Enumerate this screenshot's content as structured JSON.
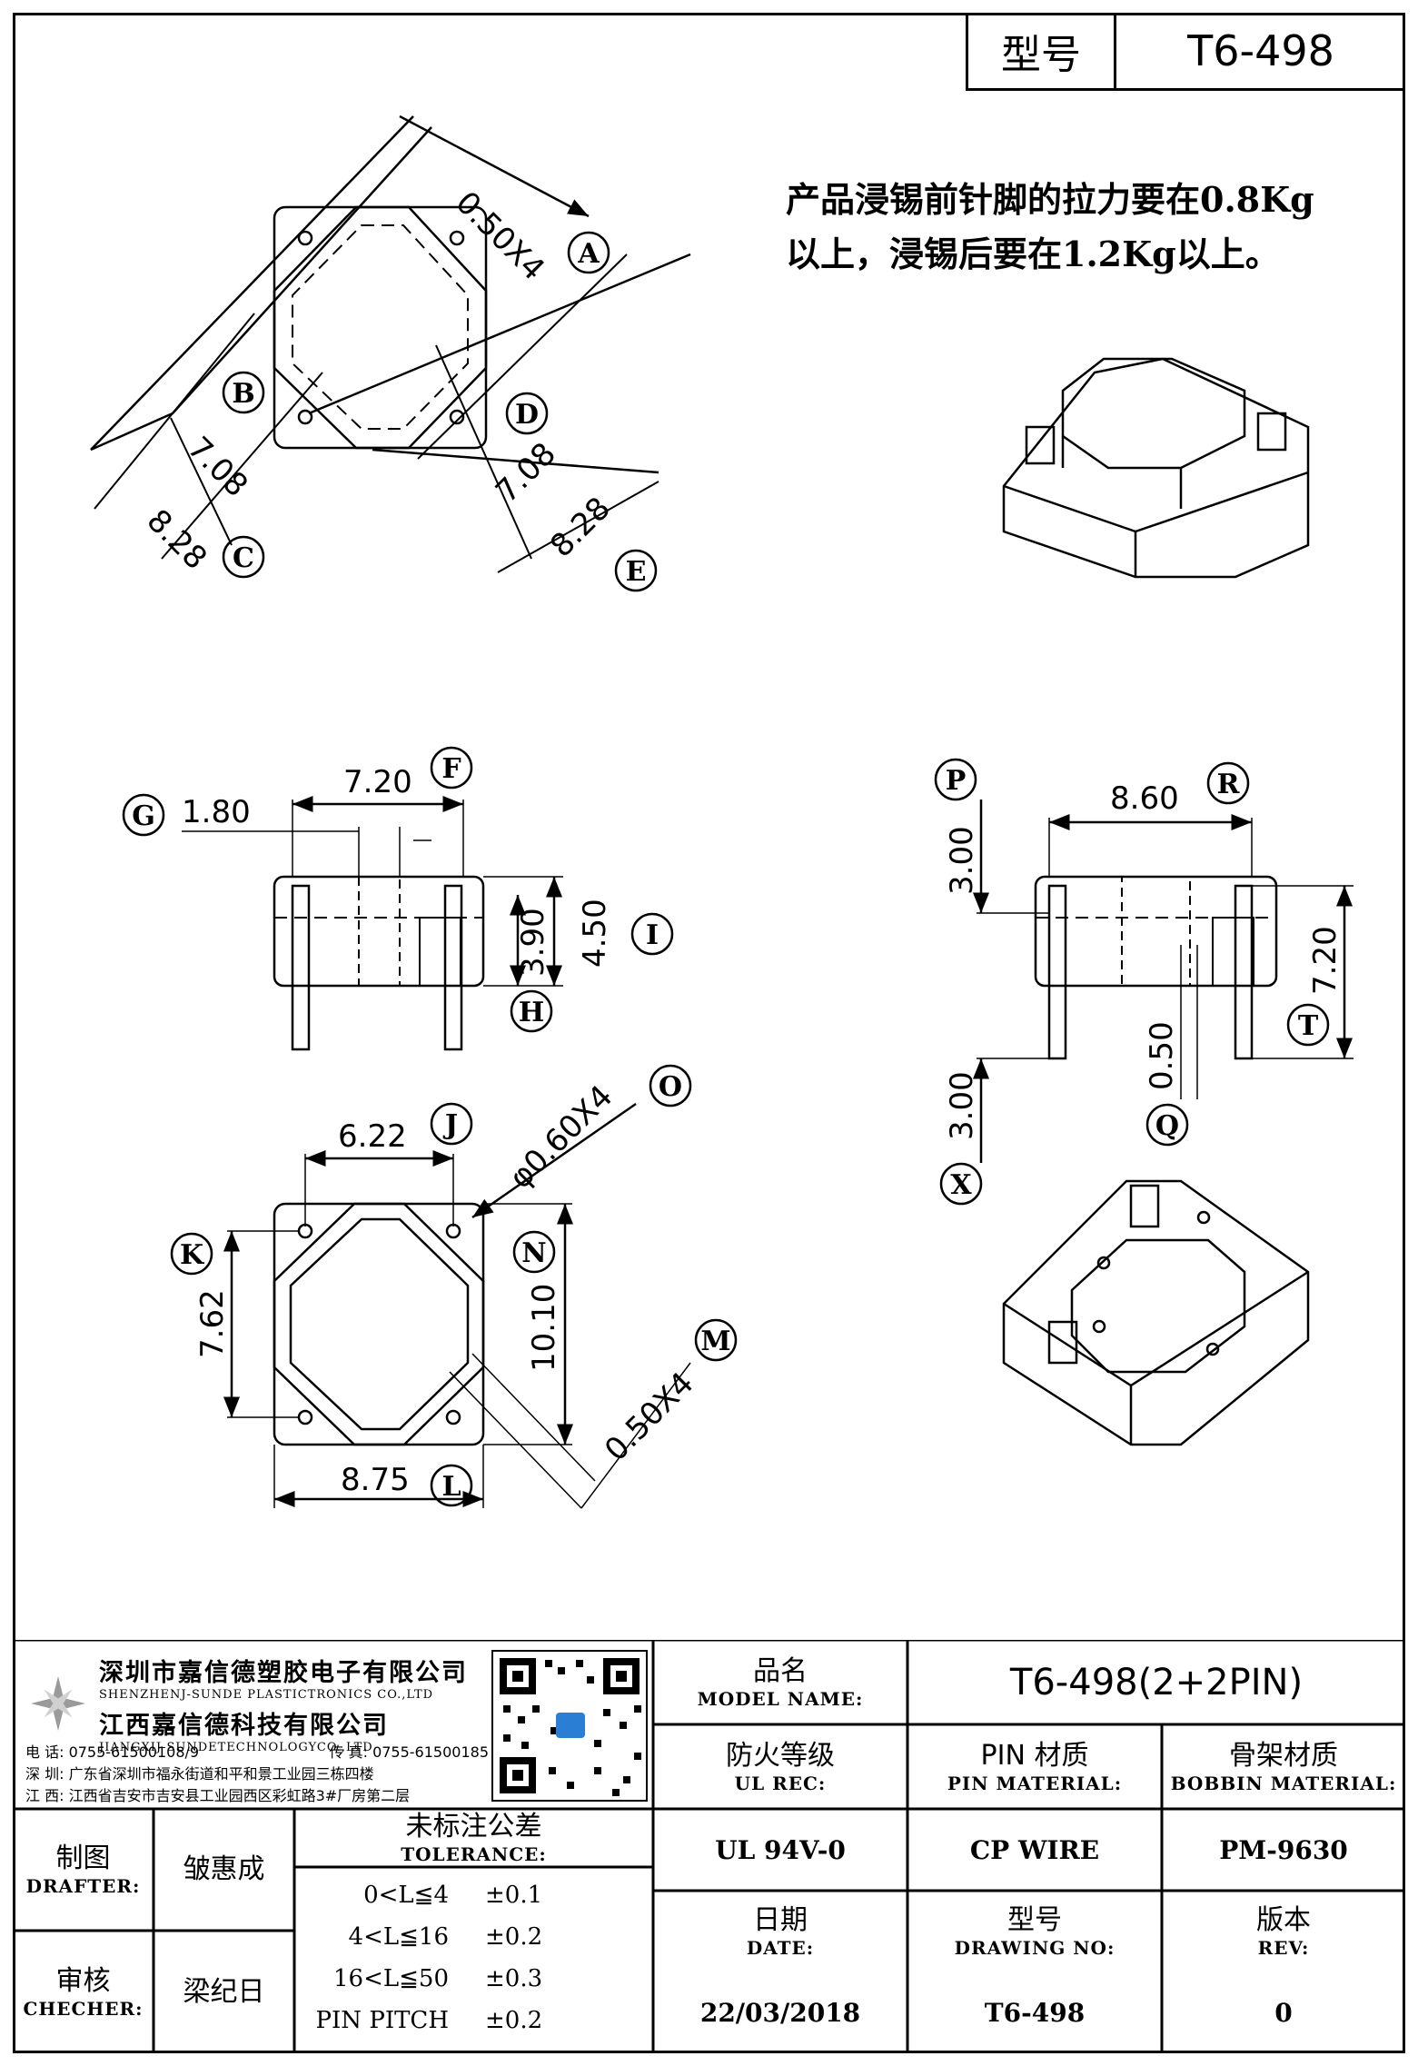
{
  "header": {
    "model_label": "型号",
    "model_value": "T6-498"
  },
  "note": {
    "line1": "产品浸锡前针脚的拉力要在0.8Kg",
    "line2": "以上，浸锡后要在1.2Kg以上。"
  },
  "dimensions": {
    "A": "0.50X4",
    "B7": "7.08",
    "C": "8.28",
    "D": "7.08",
    "E": "8.28",
    "F": "7.20",
    "G": "1.80",
    "H": "3.90",
    "I": "4.50",
    "P": "3.00",
    "R": "8.60",
    "T": "7.20",
    "Q": "0.50",
    "X": "3.00",
    "J": "6.22",
    "O": "φ0.60X4",
    "K": "7.62",
    "N": "10.10",
    "M": "0.50X4",
    "L": "8.75"
  },
  "callouts": [
    "A",
    "B",
    "C",
    "D",
    "E",
    "F",
    "G",
    "H",
    "I",
    "P",
    "R",
    "T",
    "Q",
    "X",
    "J",
    "O",
    "K",
    "N",
    "M",
    "L"
  ],
  "company": {
    "name_cn_1": "深圳市嘉信德塑胶电子有限公司",
    "name_en_1": "SHENZHENJ-SUNDE PLASTICTRONICS CO.,LTD",
    "name_cn_2": "江西嘉信德科技有限公司",
    "name_en_2": "JIANGXIJ-SUNDETECHNOLOGYCO.,LTD",
    "tel": "电 话: 0755-61500108/9",
    "fax": "传 真: 0755-61500185",
    "addr_sz": "深 圳: 广东省深圳市福永街道和平和景工业园三栋四楼",
    "addr_jx": "江 西: 江西省吉安市吉安县工业园西区彩虹路3#厂房第二层"
  },
  "titleblock": {
    "product_name_cn": "品名",
    "product_name_en": "MODEL NAME:",
    "product_name_value": "T6-498(2+2PIN)",
    "ul_cn": "防火等级",
    "ul_en": "UL REC:",
    "ul_value": "UL 94V-0",
    "pin_cn": "PIN 材质",
    "pin_en": "PIN MATERIAL:",
    "pin_value": "CP WIRE",
    "bobbin_cn": "骨架材质",
    "bobbin_en": "BOBBIN MATERIAL:",
    "bobbin_value": "PM-9630",
    "drafter_cn": "制图",
    "drafter_en": "DRAFTER:",
    "drafter_value": "皱惠成",
    "checker_cn": "审核",
    "checker_en": "CHECHER:",
    "checker_value": "梁纪日",
    "tol_cn": "未标注公差",
    "tol_en": "TOLERANCE:",
    "tol_rows": [
      {
        "range": "0<L≦4",
        "value": "±0.1"
      },
      {
        "range": "4<L≦16",
        "value": "±0.2"
      },
      {
        "range": "16<L≦50",
        "value": "±0.3"
      },
      {
        "range": "PIN PITCH",
        "value": "±0.2"
      }
    ],
    "date_cn": "日期",
    "date_en": "DATE:",
    "date_value": "22/03/2018",
    "drawing_cn": "型号",
    "drawing_en": "DRAWING NO:",
    "drawing_value": "T6-498",
    "rev_cn": "版本",
    "rev_en": "REV:",
    "rev_value": "0"
  }
}
